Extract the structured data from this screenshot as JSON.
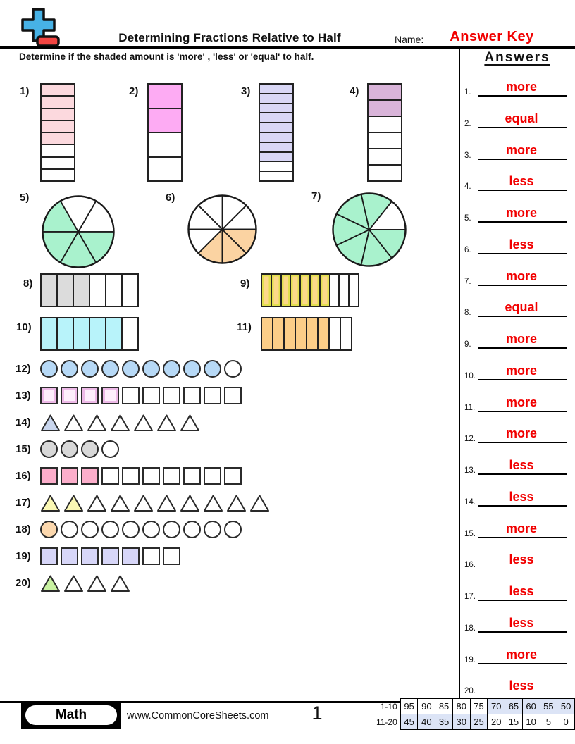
{
  "header": {
    "title": "Determining Fractions Relative to Half",
    "name_label": "Name:",
    "name_value": "Answer Key",
    "accent_color": "#f10000",
    "logo": {
      "plus_color": "#47b2e6",
      "minus_color": "#f24542"
    }
  },
  "instruction": "Determine if the shaded amount is 'more' , 'less' or 'equal' to half.",
  "answers": {
    "title": "Answers",
    "items": [
      {
        "num": "1.",
        "value": "more"
      },
      {
        "num": "2.",
        "value": "equal"
      },
      {
        "num": "3.",
        "value": "more"
      },
      {
        "num": "4.",
        "value": "less"
      },
      {
        "num": "5.",
        "value": "more"
      },
      {
        "num": "6.",
        "value": "less"
      },
      {
        "num": "7.",
        "value": "more"
      },
      {
        "num": "8.",
        "value": "equal"
      },
      {
        "num": "9.",
        "value": "more"
      },
      {
        "num": "10.",
        "value": "more"
      },
      {
        "num": "11.",
        "value": "more"
      },
      {
        "num": "12.",
        "value": "more"
      },
      {
        "num": "13.",
        "value": "less"
      },
      {
        "num": "14.",
        "value": "less"
      },
      {
        "num": "15.",
        "value": "more"
      },
      {
        "num": "16.",
        "value": "less"
      },
      {
        "num": "17.",
        "value": "less"
      },
      {
        "num": "18.",
        "value": "less"
      },
      {
        "num": "19.",
        "value": "more"
      },
      {
        "num": "20.",
        "value": "less"
      }
    ]
  },
  "questions": {
    "vbars": [
      {
        "num": "1)",
        "total": 8,
        "shaded": 5,
        "fill": "#fcd9de"
      },
      {
        "num": "2)",
        "total": 4,
        "shaded": 2,
        "fill": "#fdabf3"
      },
      {
        "num": "3)",
        "total": 10,
        "shaded": 8,
        "fill": "#d9d7f6"
      },
      {
        "num": "4)",
        "total": 6,
        "shaded": 2,
        "fill": "#d9b4d9"
      }
    ],
    "pies": [
      {
        "num": "5)",
        "slices": 6,
        "shaded_slices": [
          2,
          3,
          4,
          5
        ],
        "fill": "#a9f2cd"
      },
      {
        "num": "6)",
        "slices": 8,
        "shaded_slices": [
          5,
          6,
          7
        ],
        "fill": "#fbd3a2"
      },
      {
        "num": "7)",
        "slices": 7,
        "shaded_slices": [
          1,
          2,
          3,
          4,
          5,
          6
        ],
        "fill": "#a9f2cd"
      }
    ],
    "hbars": [
      {
        "num": "8)",
        "total": 6,
        "shaded": 3,
        "fill": "#dcdcdc"
      },
      {
        "num": "9)",
        "total": 10,
        "shaded": 7,
        "fill": "#fcd88a",
        "edge": "#e2df4e"
      },
      {
        "num": "10)",
        "total": 6,
        "shaded": 5,
        "fill": "#b8f3fa"
      },
      {
        "num": "11)",
        "total": 8,
        "shaded": 6,
        "fill": "#fcce88"
      }
    ],
    "shape_rows": [
      {
        "num": "12)",
        "shape": "circle",
        "total": 10,
        "shaded": 9,
        "fill": "#b7d9f6"
      },
      {
        "num": "13)",
        "shape": "square",
        "total": 10,
        "shaded": 4,
        "fill": "#fdeefb",
        "edge": "#edb9e7"
      },
      {
        "num": "14)",
        "shape": "triangle",
        "total": 7,
        "shaded": 1,
        "fill": "#c9d6ee"
      },
      {
        "num": "15)",
        "shape": "circle",
        "total": 4,
        "shaded": 3,
        "fill": "#d8d8d8"
      },
      {
        "num": "16)",
        "shape": "square",
        "total": 10,
        "shaded": 3,
        "fill": "#fcaecb"
      },
      {
        "num": "17)",
        "shape": "triangle",
        "total": 10,
        "shaded": 2,
        "fill": "#fbf8b4"
      },
      {
        "num": "18)",
        "shape": "circle",
        "total": 10,
        "shaded": 1,
        "fill": "#fcd8ae"
      },
      {
        "num": "19)",
        "shape": "square",
        "total": 7,
        "shaded": 5,
        "fill": "#d7d6f8"
      },
      {
        "num": "20)",
        "shape": "triangle",
        "total": 4,
        "shaded": 1,
        "fill": "#c9f2a2"
      }
    ]
  },
  "footer": {
    "subject": "Math",
    "website": "www.CommonCoreSheets.com",
    "page_number": "1",
    "score_table": {
      "row1_label": "1-10",
      "row1": [
        "95",
        "90",
        "85",
        "80",
        "75",
        "70",
        "65",
        "60",
        "55",
        "50"
      ],
      "row1_highlight": [
        5,
        6,
        7,
        8,
        9
      ],
      "row2_label": "11-20",
      "row2": [
        "45",
        "40",
        "35",
        "30",
        "25",
        "20",
        "15",
        "10",
        "5",
        "0"
      ],
      "row2_highlight": [
        0,
        1,
        2,
        3,
        4
      ],
      "highlight_color": "#dce4f6"
    }
  }
}
